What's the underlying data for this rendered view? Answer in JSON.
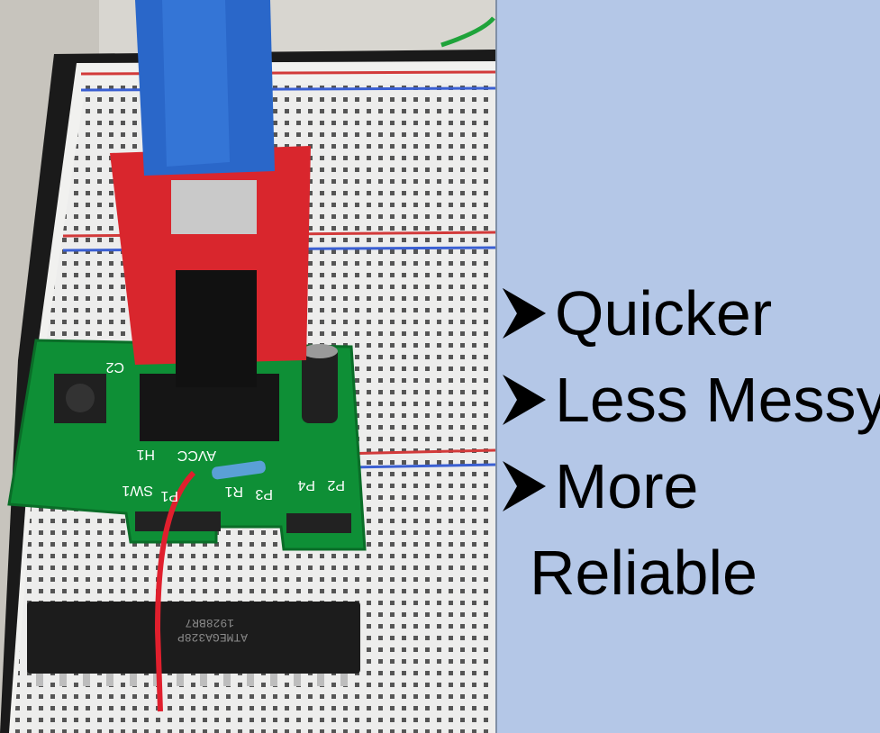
{
  "panel": {
    "background": "#b4c7e7",
    "bullet_icon": "arrow-bullet-icon",
    "bullets": [
      "Quicker",
      "Less Messy",
      "More"
    ],
    "bullet_continuation": "Reliable"
  },
  "photo": {
    "board_labels": [
      "SW1",
      "P1",
      "R1",
      "P3",
      "P4",
      "P2",
      "H1",
      "AVCC",
      "C2"
    ],
    "chip_text": [
      "ATMEGA328P",
      "1928BR7"
    ]
  }
}
